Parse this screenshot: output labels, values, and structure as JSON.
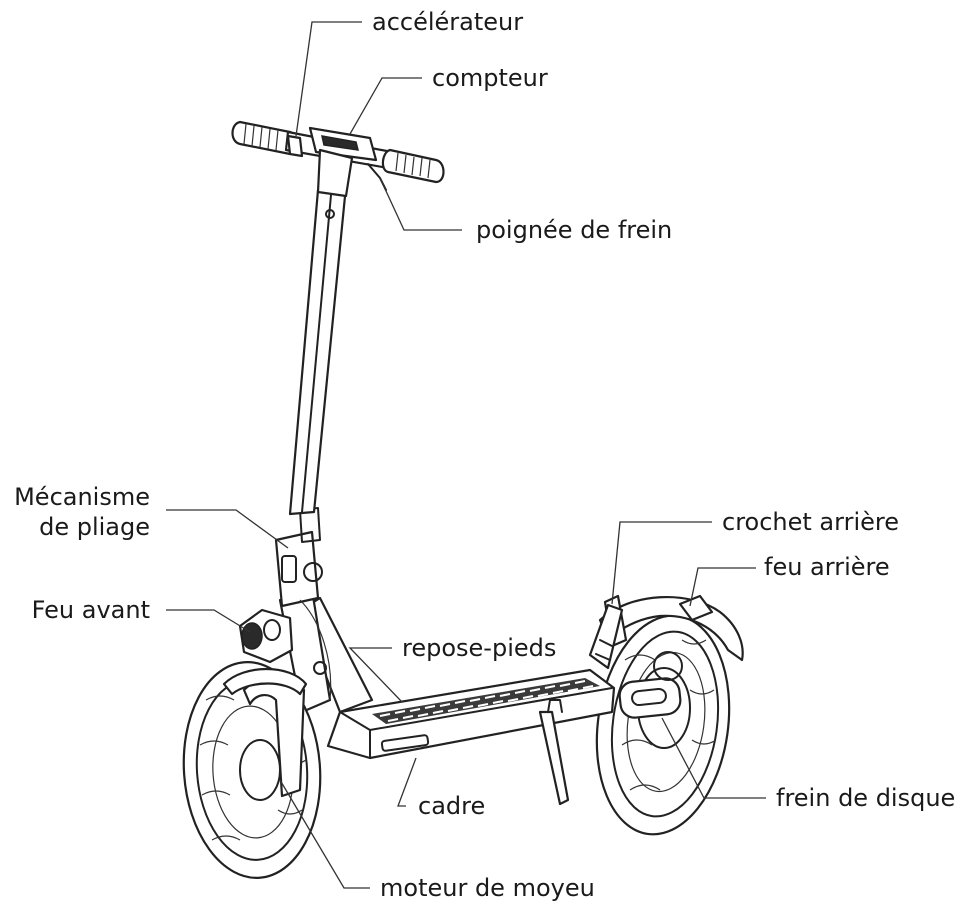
{
  "labels": {
    "accelerateur": "accélérateur",
    "compteur": "compteur",
    "poignee": "poignée de frein",
    "mecanisme_1": "Mécanisme",
    "mecanisme_2": "de pliage",
    "crochet": "crochet arrière",
    "feu_arriere": "feu arrière",
    "feu_avant": "Feu avant",
    "repose": "repose-pieds",
    "frein_disque": "frein de disque",
    "cadre": "cadre",
    "moteur": "moteur de moyeu"
  },
  "colors": {
    "ink": "#222222",
    "text": "#1a1a1a",
    "background": "#ffffff"
  }
}
